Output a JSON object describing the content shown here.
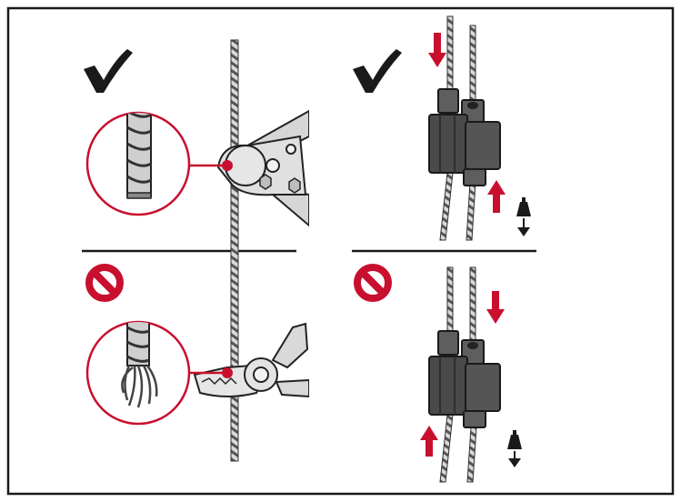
{
  "colors": {
    "frame": "#1a1a1a",
    "accent": "#c8102e",
    "cable": "#6e6e6e",
    "tool_light": "#dcdcdc",
    "grip": "#4a4a4a",
    "background": "#ffffff"
  },
  "panels": [
    {
      "id": "cut-with-cable-cutter",
      "status_icon": "check-icon",
      "verdict": "correct",
      "tool_icon": "cable-cutter-icon",
      "detail_icon": "clean-cable-end-icon"
    },
    {
      "id": "cut-with-pliers",
      "status_icon": "prohibited-icon",
      "verdict": "incorrect",
      "tool_icon": "pliers-icon",
      "detail_icon": "frayed-cable-end-icon"
    },
    {
      "id": "gripper-correct-direction",
      "status_icon": "check-icon",
      "verdict": "correct",
      "load_icon": "weight-icon",
      "load_direction": "down"
    },
    {
      "id": "gripper-wrong-direction",
      "status_icon": "prohibited-icon",
      "verdict": "incorrect",
      "load_icon": "weight-icon",
      "load_direction": "down"
    }
  ]
}
